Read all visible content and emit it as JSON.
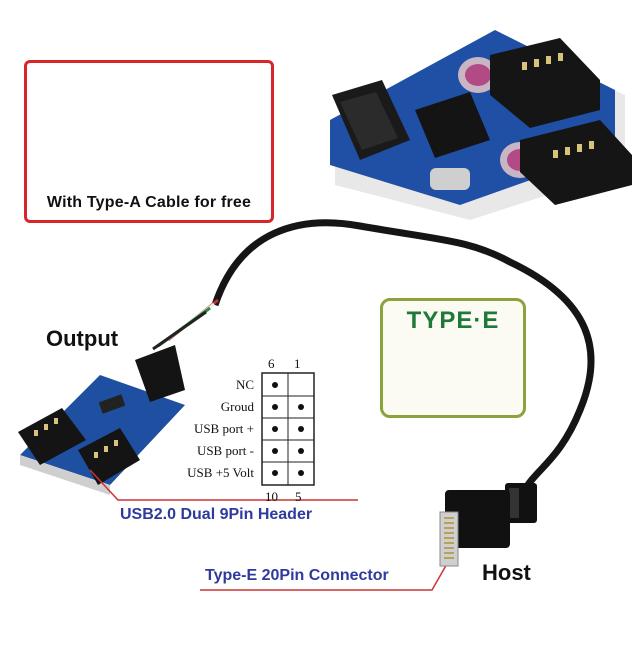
{
  "inset": {
    "caption": "With Type-A Cable for free"
  },
  "labels": {
    "output": "Output",
    "host": "Host",
    "header_caption": "USB2.0 Dual 9Pin Header",
    "typee_caption": "Type-E 20Pin Connector"
  },
  "pinout": {
    "top_numbers": [
      "6",
      "1"
    ],
    "bottom_numbers": [
      "10",
      "5"
    ],
    "rows": [
      "NC",
      "Groud",
      "USB port +",
      "USB port -",
      "USB +5 Volt"
    ]
  },
  "typee_logo": {
    "text": "TYPE·E"
  },
  "colors": {
    "inset_border": "#d7262b",
    "caption_blue": "#2f3a9e",
    "pcb_blue": "#1f4fa0",
    "logo_green": "#1f7a3a",
    "logo_border": "#8aa33a"
  }
}
